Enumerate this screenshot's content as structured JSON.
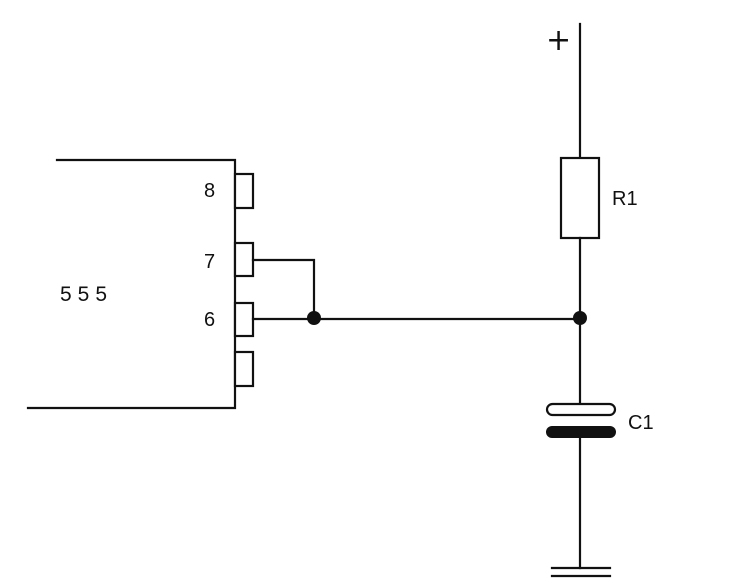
{
  "chip": {
    "label": "555",
    "pins": [
      "8",
      "7",
      "6"
    ]
  },
  "supply": {
    "symbol": "+"
  },
  "resistor": {
    "label": "R1"
  },
  "capacitor": {
    "label": "C1"
  },
  "colors": {
    "ink": "#111111",
    "paper": "#ffffff"
  }
}
